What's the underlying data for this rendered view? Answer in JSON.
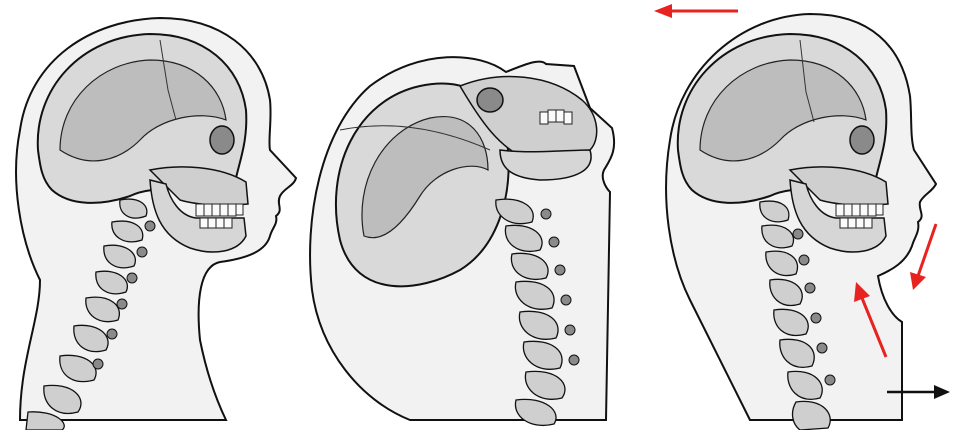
{
  "figure": {
    "panels": [
      {
        "name": "neutral-posture"
      },
      {
        "name": "head-tilted-back"
      },
      {
        "name": "forward-head-posture"
      }
    ],
    "arrows": [
      {
        "name": "head-forward-arrow",
        "color": "#e8231f",
        "direction": "left"
      },
      {
        "name": "chin-down-arrow",
        "color": "#e8231f",
        "direction": "down"
      },
      {
        "name": "neck-up-arrow",
        "color": "#e8231f",
        "direction": "up"
      },
      {
        "name": "base-shift-arrow",
        "color": "#111111",
        "direction": "right"
      }
    ],
    "colors": {
      "outline": "#111111",
      "skin": "#f2f2f2",
      "bone_light": "#e0e0e0",
      "bone_mid": "#bdbdbd",
      "bone_dark": "#8a8a8a"
    }
  }
}
